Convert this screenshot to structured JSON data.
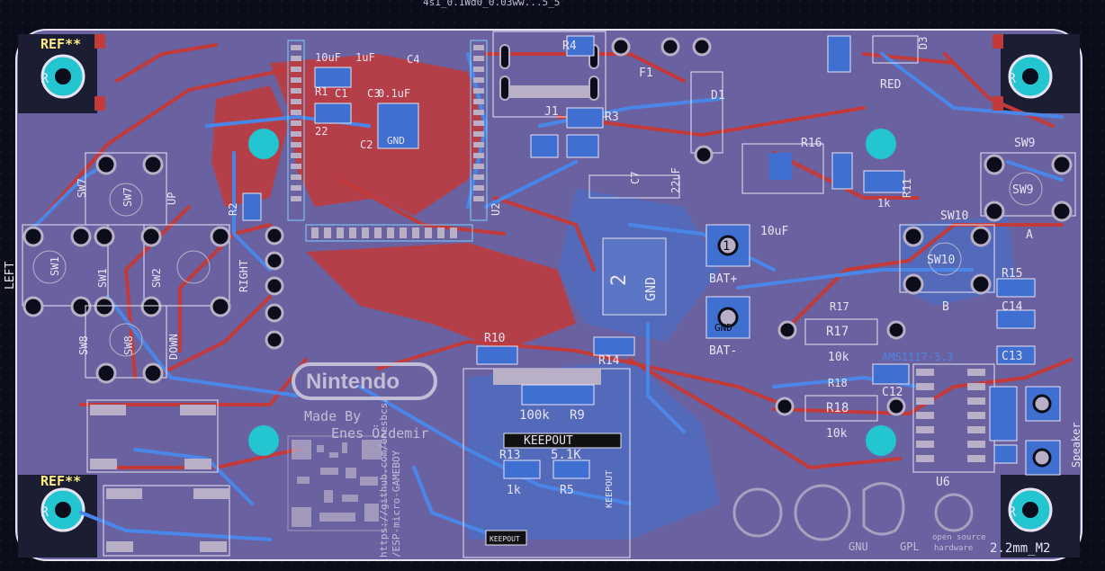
{
  "board": {
    "title_top": "4s1_0.1Wd0_0.03ww...5_5",
    "ref_corner": "REF**",
    "ref_side": "R",
    "corner_marks_right": "2.2mm_M2"
  },
  "switch_labels": {
    "sw1": "SW1",
    "sw1b": "SW1",
    "sw2": "SW2",
    "sw7": "SW7",
    "sw7b": "SW7",
    "sw8": "SW8",
    "sw8b": "SW8",
    "sw9": "SW9",
    "sw9b": "SW9",
    "sw10": "SW10",
    "sw10b": "SW10",
    "left": "LEFT",
    "right": "RIGHT",
    "up": "UP",
    "down": "DOWN",
    "a": "A",
    "b": "B"
  },
  "component_labels": {
    "r1": "R1",
    "r2": "R2",
    "r3": "R3",
    "r4": "R4",
    "r5": "R5",
    "r9": "R9",
    "r10": "R10",
    "r13": "R13",
    "r14": "R14",
    "r15": "R15",
    "r16": "R16",
    "r17": "R17",
    "r17b": "R17",
    "r18": "R18",
    "r18b": "R18",
    "r11": "R11",
    "c1": "C1",
    "c2": "C2",
    "c3": "C3",
    "c4": "C4",
    "c7": "C7",
    "c12": "C12",
    "c13": "C13",
    "c14": "C14",
    "j1": "J1",
    "u2": "U2",
    "d3": "D3",
    "f1": "F1",
    "d1": "D1",
    "val_10uf": "10uF",
    "val_01uf": "0.1uF",
    "val_1uf": "1uF",
    "val_22uf": "22uF",
    "val_22": "22",
    "val_10k": "10k",
    "val_10k_b": "10k",
    "val_100k": "100k",
    "val_51k": "5.1K",
    "val_1k": "1k",
    "val_1k_b": "1k",
    "red": "RED",
    "gnd": "GND",
    "gnd_u": "GND",
    "pin2": "2",
    "pin1": "1",
    "bat_plus": "BAT+",
    "bat_minus": "BAT-",
    "gnd_bat": "GND",
    "keepout1": "KEEPOUT",
    "keepout2": "KEEPOUT",
    "keepout3": "KEEPOUT",
    "ams": "AMS1117-3.3",
    "u6": "U6"
  },
  "silk": {
    "logo": "Nintendo",
    "made_by": "Made By",
    "author": "Enes Özdemir",
    "url_line1": "https://github.com/enesbcs/",
    "url_line2": "/ESP-micro-GAMEBOY",
    "gnu": "GNU",
    "gpl": "GPL",
    "oshw1": "open source",
    "oshw2": "hardware",
    "speaker": "Speaker"
  },
  "colors": {
    "board": "#6a62a0",
    "top_copper": "#c23a3a",
    "bottom_copper": "#3f6fd0",
    "pad": "#b9b0c8",
    "cyan_hole": "#22c5d0",
    "silk": "#e8e3f2"
  }
}
